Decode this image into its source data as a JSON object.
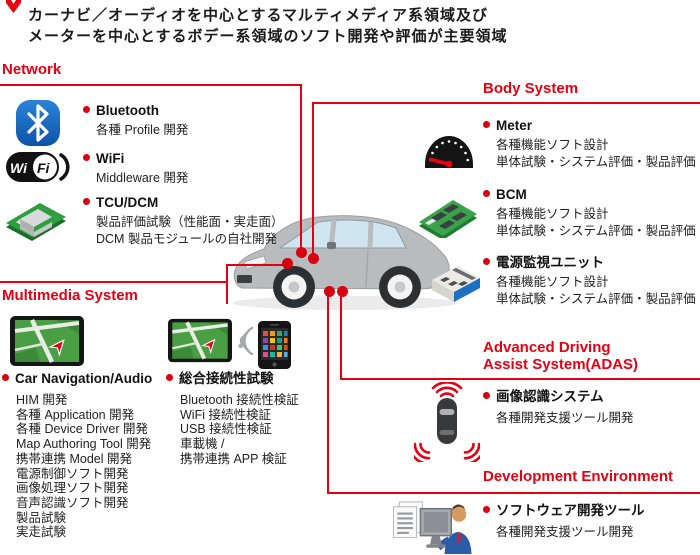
{
  "header": {
    "line1": "カーナビ／オーディオを中心とするマルティメディア系領域及び",
    "line2": "メーターを中心とするボデー系領域のソフト開発や評価が主要領域"
  },
  "colors": {
    "accent_red": "#e60012",
    "dot_red": "#d7000f",
    "text": "#1a1a1a",
    "bluetooth_blue": "#1a7ad0",
    "pcb_green": "#2f9e41",
    "unit_blue": "#1f6fc0",
    "car_body_gray": "#b9bcbe",
    "window_blue": "#cfe6f0"
  },
  "icons": [
    "header-arrow-icon",
    "bluetooth-icon",
    "wifi-logo-icon",
    "tcu-board-icon",
    "meter-icon",
    "bcm-board-icon",
    "power-unit-icon",
    "nav-screen-icon",
    "wireless-waves-icon",
    "smartphone-icon",
    "adas-radar-car-icon",
    "dev-tools-icon",
    "car-illustration"
  ],
  "wifi_logo": {
    "wi": "Wi",
    "fi": "Fi"
  },
  "sections": {
    "network": {
      "title": "Network",
      "items": [
        {
          "label": "Bluetooth",
          "lines": [
            "各種 Profile 開発"
          ]
        },
        {
          "label": "WiFi",
          "lines": [
            "Middleware 開発"
          ]
        },
        {
          "label": "TCU/DCM",
          "lines": [
            "製品評価試験（性能面・実走面）",
            "DCM 製品モジュールの自社開発"
          ]
        }
      ]
    },
    "body_system": {
      "title": "Body System",
      "items": [
        {
          "label": "Meter",
          "lines": [
            "各種機能ソフト設計",
            "単体試験・システム評価・製品評価"
          ]
        },
        {
          "label": "BCM",
          "lines": [
            "各種機能ソフト設計",
            "単体試験・システム評価・製品評価"
          ]
        },
        {
          "label": "電源監視ユニット",
          "lines": [
            "各種機能ソフト設計",
            "単体試験・システム評価・製品評価"
          ]
        }
      ]
    },
    "multimedia": {
      "title": "Multimedia System",
      "items": [
        {
          "label": "Car Navigation/Audio",
          "lines": [
            "HIM 開発",
            "各種 Application 開発",
            "各種 Device Driver 開発",
            "Map Authoring Tool 開発",
            "携帯連携 Model 開発",
            "電源制御ソフト開発",
            "画像処理ソフト開発",
            "音声認識ソフト開発",
            "製品試験",
            "実走試験"
          ]
        },
        {
          "label": "総合接続性試験",
          "lines": [
            "Bluetooth 接続性検証",
            "WiFi 接続性検証",
            "USB 接続性検証",
            "車載機 /",
            "携帯連携 APP 検証"
          ]
        }
      ]
    },
    "adas": {
      "title_line1": "Advanced Driving",
      "title_line2": "Assist System(ADAS)",
      "items": [
        {
          "label": "画像認識システム",
          "lines": [
            "各種開発支援ツール開発"
          ]
        }
      ]
    },
    "dev_env": {
      "title": "Development Environment",
      "items": [
        {
          "label": "ソフトウェア開発ツール",
          "lines": [
            "各種開発支援ツール開発"
          ]
        }
      ]
    }
  }
}
